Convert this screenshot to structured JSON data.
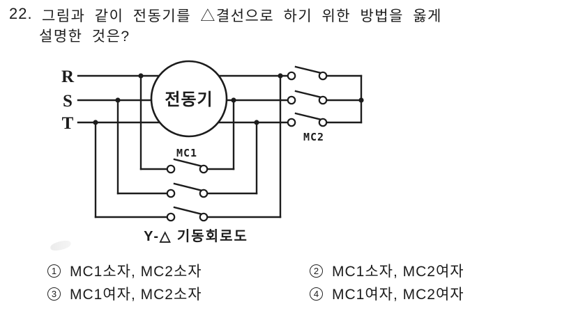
{
  "question": {
    "number": "22.",
    "line1": "그림과 같이 전동기를 △결선으로 하기 위한 방법을 옳게",
    "line2": "설명한 것은?"
  },
  "diagram": {
    "phase_r": "R",
    "phase_s": "S",
    "phase_t": "T",
    "motor_label": "전동기",
    "mc1_label": "MC1",
    "mc2_label": "MC2",
    "caption": "Y-△ 기동회로도",
    "ink_color": "#1c1c1c"
  },
  "choices": [
    {
      "number": "1",
      "label": "MC1소자, MC2소자"
    },
    {
      "number": "2",
      "label": "MC1소자, MC2여자"
    },
    {
      "number": "3",
      "label": "MC1여자, MC2소자"
    },
    {
      "number": "4",
      "label": "MC1여자, MC2여자"
    }
  ]
}
